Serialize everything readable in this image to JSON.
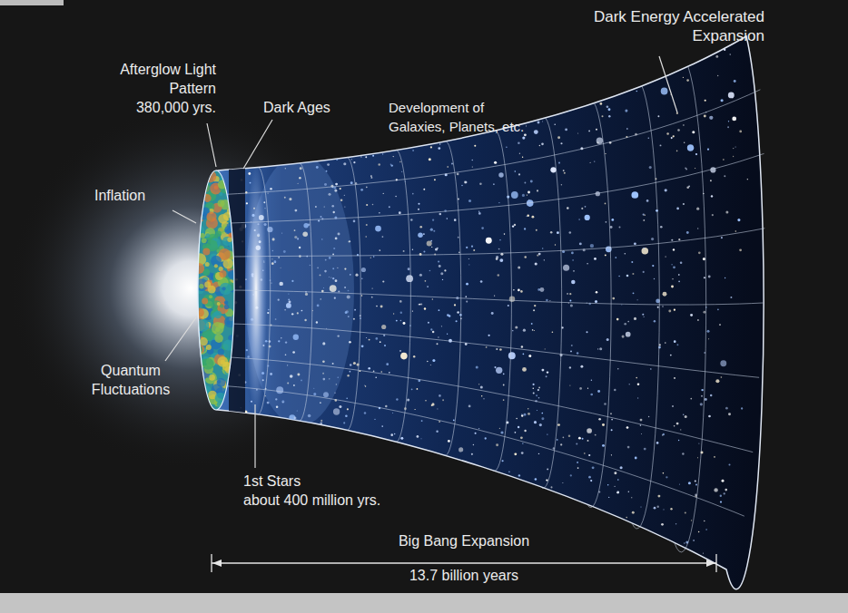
{
  "diagram": {
    "labels": [
      "Afterglow Light Pattern 380,000 yrs.",
      "Dark Ages",
      "Development of Galaxies, Planets, etc.",
      "Dark Energy Accelerated Expansion",
      "Inflation",
      "Quantum Fluctuations",
      "1st Stars about 400 million yrs.",
      "Big Bang Expansion",
      "13.7 billion years"
    ]
  }
}
